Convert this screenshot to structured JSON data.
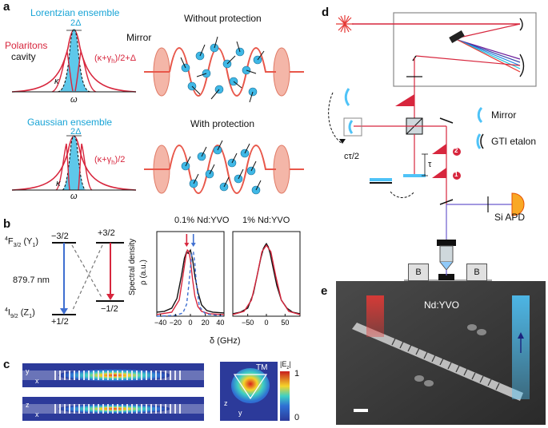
{
  "panels": {
    "a": {
      "label": "a",
      "top": {
        "ensemble": "Lorentzian ensemble",
        "polaritons": "Polaritons",
        "cavity": "cavity",
        "delta": "2Δ",
        "kappa": "κ",
        "omega": "ω",
        "width_label": "(κ+γ",
        "width_sub": "h",
        "width_tail": ")/2+Δ",
        "mirror": "Mirror",
        "protection": "Without protection"
      },
      "bottom": {
        "ensemble": "Gaussian ensemble",
        "delta": "2Δ",
        "kappa": "κ",
        "omega": "ω",
        "width_label": "(κ+γ",
        "width_sub": "h",
        "width_tail": ")/2",
        "protection": "With protection"
      }
    },
    "b": {
      "label": "b",
      "levels": {
        "upper_state": "F",
        "upper_sup": "4",
        "upper_sub": "3/2",
        "upper_paren": "(Y",
        "upper_paren_sub": "1",
        "lower_state": "I",
        "lower_sup": "4",
        "lower_sub": "9/2",
        "lower_paren": "(Z",
        "lower_paren_sub": "1",
        "m_up_left": "−3/2",
        "m_up_right": "+3/2",
        "m_low_left": "+1/2",
        "m_low_right": "−1/2",
        "wavelength": "879.7 nm"
      },
      "plot1_title": "0.1% Nd:YVO",
      "plot2_title": "1% Nd:YVO",
      "ylabel_line1": "Spectral density",
      "ylabel_line2": "ρ (a.u.)",
      "xlabel": "δ (GHz)",
      "plot1_ticks": [
        "−40",
        "−20",
        "0",
        "20",
        "40"
      ],
      "plot2_ticks": [
        "−50",
        "0",
        "50"
      ]
    },
    "c": {
      "label": "c",
      "axis_y": "y",
      "axis_x": "x",
      "axis_z": "z",
      "mode": "TM",
      "colorbar_title": "|E",
      "colorbar_sub": "z",
      "colorbar_tail": "|",
      "colorbar_max": "1",
      "colorbar_min": "0"
    },
    "d": {
      "label": "d",
      "mirror": "Mirror",
      "gti": "GTI etalon",
      "ctau": "cτ/2",
      "tau": "τ",
      "pulse1": "1",
      "pulse2": "2",
      "detector": "Si APD",
      "bfield": "B"
    },
    "e": {
      "label": "e",
      "material": "Nd:YVO"
    }
  },
  "chart_data": [
    {
      "type": "line",
      "title": "0.1% Nd:YVO",
      "xlabel": "δ (GHz)",
      "ylabel": "Spectral density ρ (a.u.)",
      "xlim": [
        -45,
        45
      ],
      "ylim": [
        0,
        1.05
      ],
      "series": [
        {
          "x": [
            -45,
            -35,
            -25,
            -18,
            -12,
            -8,
            -5,
            -3,
            0,
            3,
            6,
            10,
            15,
            22,
            30,
            45
          ],
          "y": [
            0.05,
            0.06,
            0.1,
            0.22,
            0.5,
            0.72,
            0.8,
            0.78,
            0.82,
            0.7,
            0.5,
            0.3,
            0.14,
            0.07,
            0.05,
            0.04
          ]
        },
        {
          "x": [
            -45,
            -25,
            -15,
            -10,
            -6,
            -4,
            -2,
            0,
            3,
            6,
            10,
            15,
            25,
            45
          ],
          "y": [
            0.02,
            0.05,
            0.2,
            0.5,
            0.75,
            0.82,
            0.8,
            0.7,
            0.45,
            0.25,
            0.12,
            0.06,
            0.03,
            0.02
          ]
        },
        {
          "x": [
            -45,
            -20,
            -10,
            -5,
            -2,
            0,
            2,
            4,
            6,
            8,
            12,
            20,
            45
          ],
          "y": [
            0,
            0.01,
            0.04,
            0.15,
            0.4,
            0.6,
            0.78,
            0.8,
            0.65,
            0.4,
            0.12,
            0.03,
            0
          ]
        }
      ]
    },
    {
      "type": "line",
      "title": "1% Nd:YVO",
      "xlabel": "δ (GHz)",
      "xlim": [
        -90,
        90
      ],
      "ylim": [
        0,
        1.05
      ],
      "series": [
        {
          "x": [
            -90,
            -70,
            -50,
            -35,
            -25,
            -15,
            -8,
            -3,
            0,
            5,
            10,
            18,
            28,
            40,
            55,
            70,
            90
          ],
          "y": [
            0.03,
            0.05,
            0.1,
            0.28,
            0.5,
            0.72,
            0.84,
            0.88,
            0.9,
            0.86,
            0.78,
            0.6,
            0.38,
            0.2,
            0.1,
            0.05,
            0.03
          ]
        },
        {
          "x": [
            -90,
            -60,
            -40,
            -25,
            -12,
            0,
            12,
            25,
            40,
            60,
            90
          ],
          "y": [
            0.02,
            0.06,
            0.2,
            0.5,
            0.8,
            0.88,
            0.8,
            0.5,
            0.2,
            0.06,
            0.02
          ]
        }
      ]
    }
  ]
}
